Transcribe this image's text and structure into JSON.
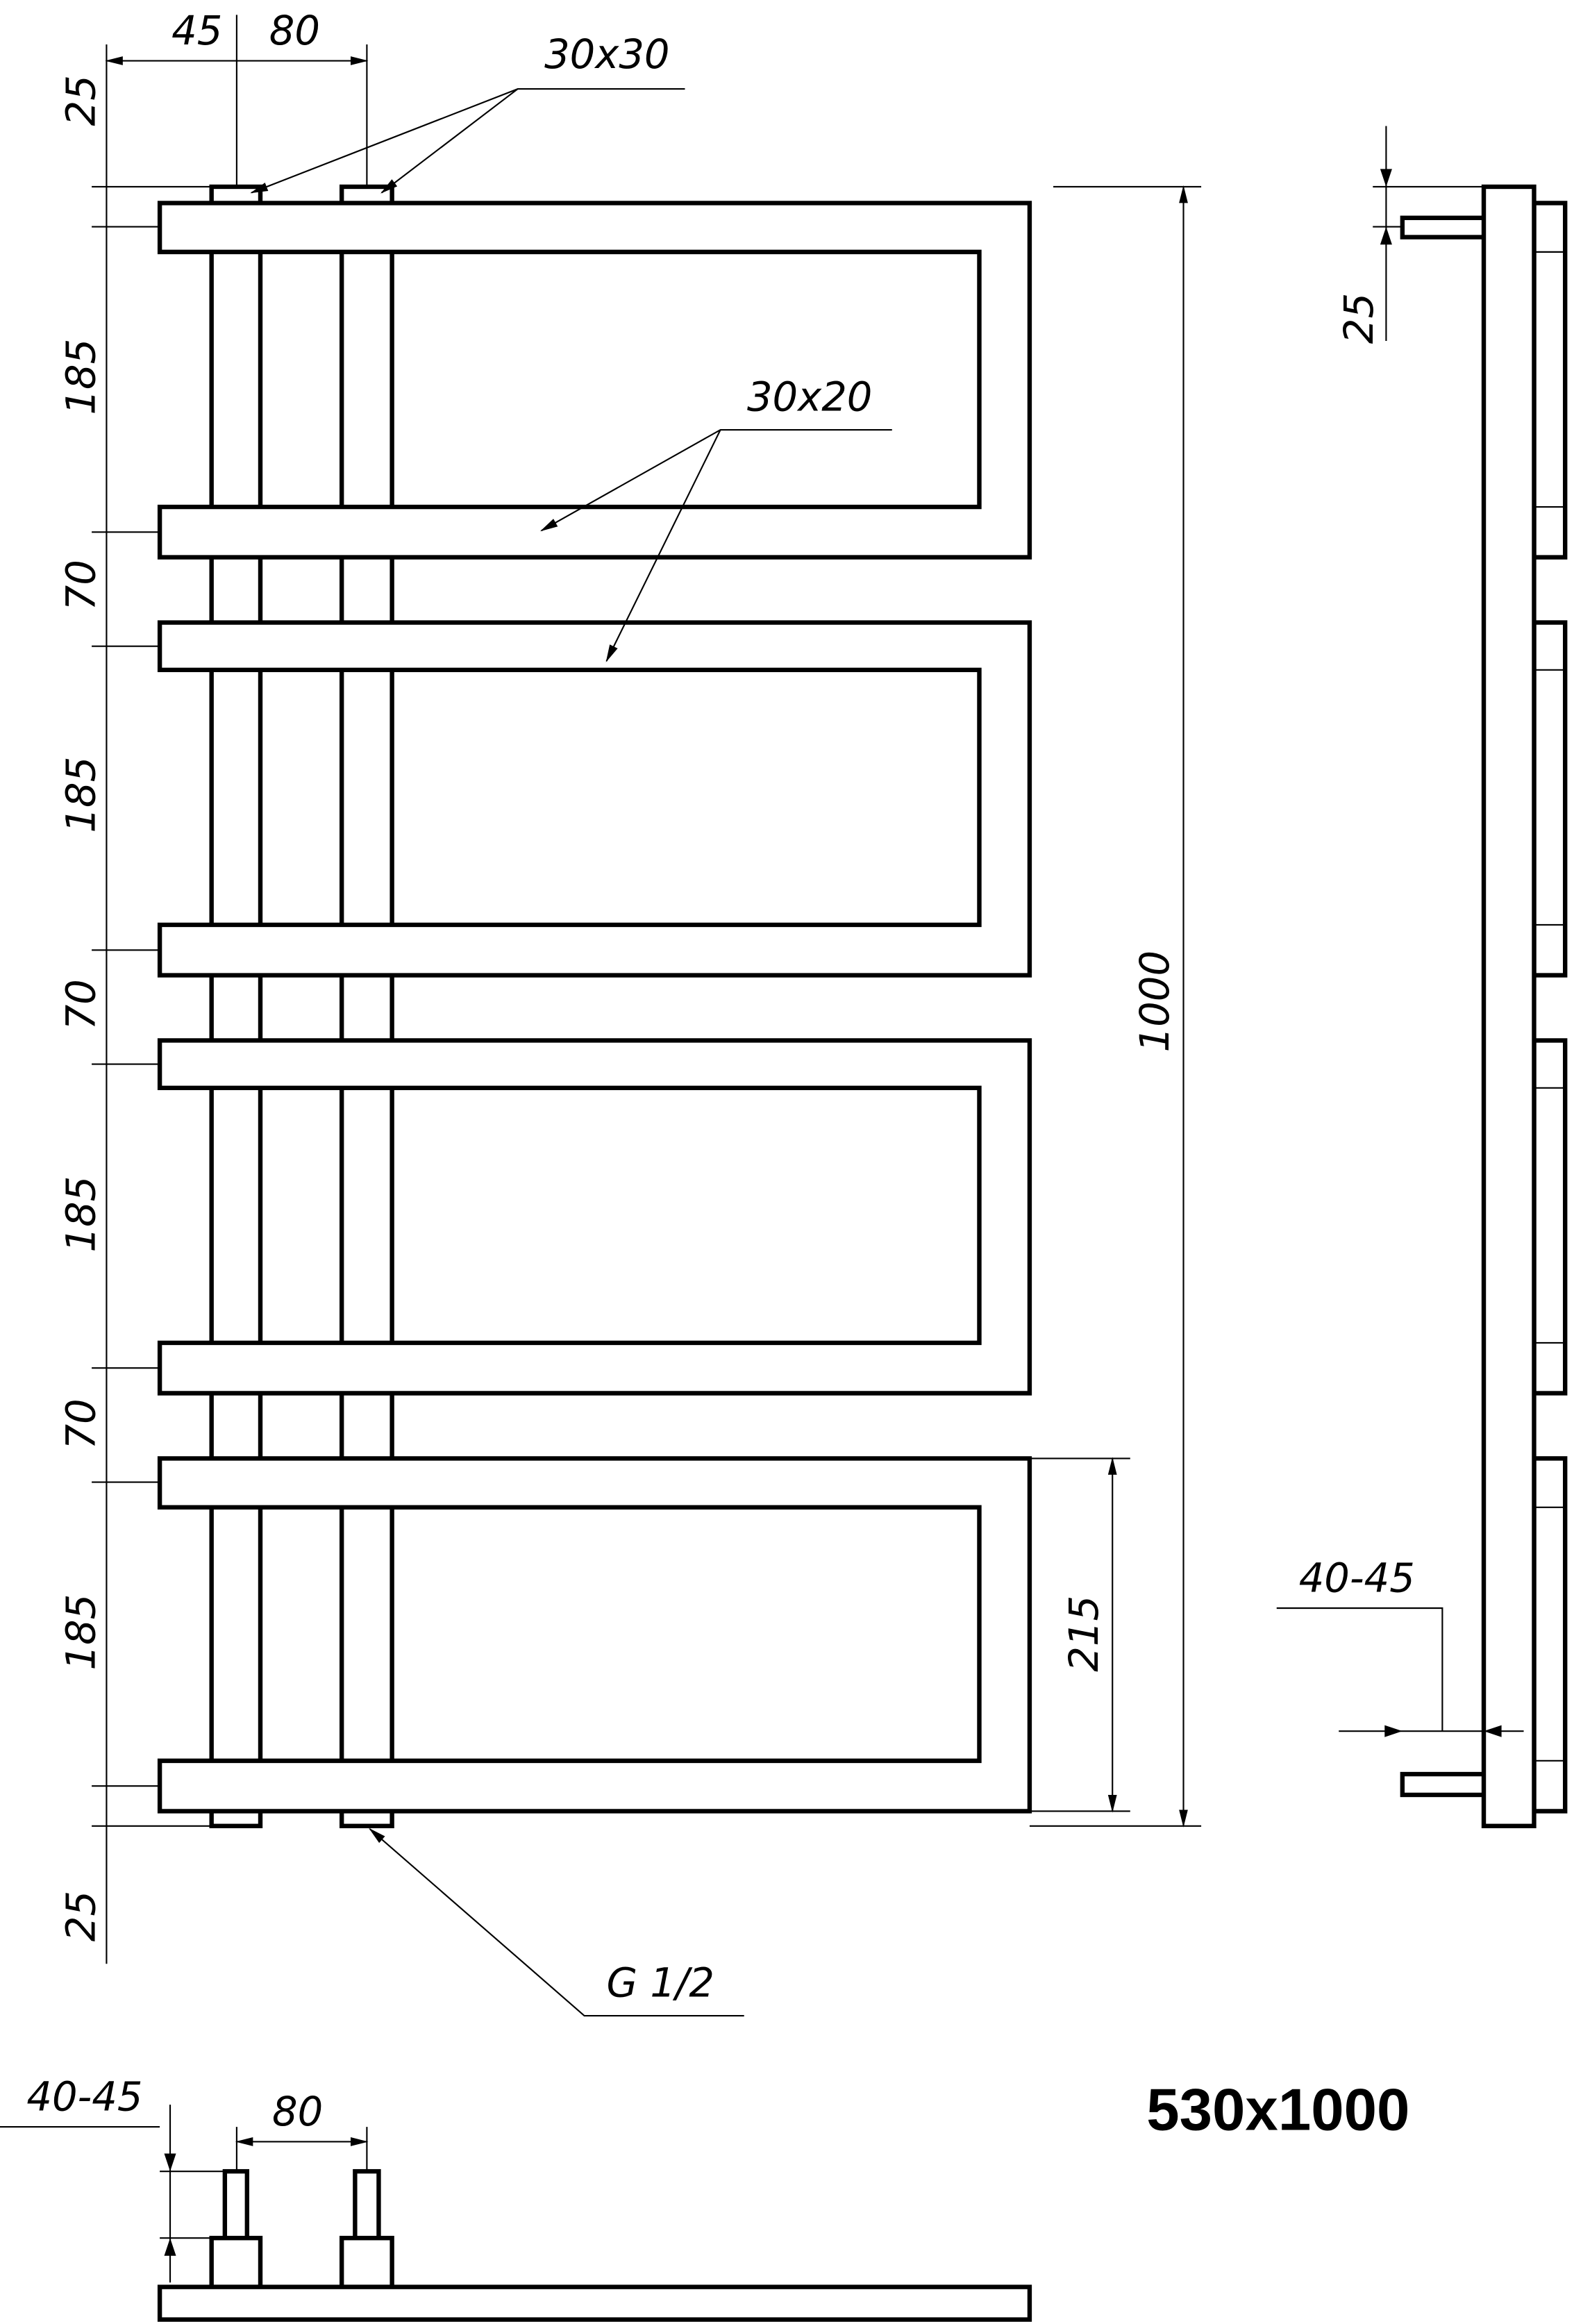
{
  "title": "530x1000",
  "labels": {
    "top_offset": "25",
    "bottom_offset": "25",
    "pipe_offset": "45",
    "pipe_spacing": "80",
    "connector_profile": "30x30",
    "bar_profile": "30x20",
    "section_height": "185",
    "gap": "70",
    "total_height": "1000",
    "last_section": "215",
    "thread": "G 1/2",
    "side_offset": "25",
    "wall_distance": "40-45",
    "bottom_wall_distance": "40-45",
    "bottom_spacing": "80"
  }
}
